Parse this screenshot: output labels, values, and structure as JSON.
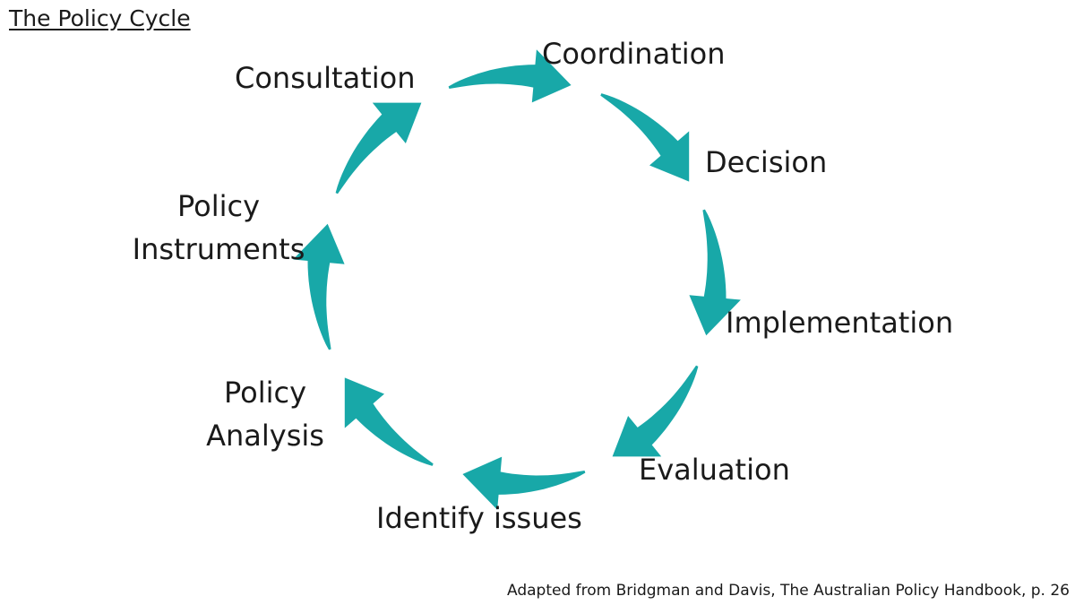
{
  "title": "The Policy Cycle",
  "colors": {
    "arrow": "#18A8A8",
    "text": "#1a1a1a",
    "background": "#ffffff"
  },
  "stages": [
    {
      "id": "coordination",
      "label": "Coordination"
    },
    {
      "id": "decision",
      "label": "Decision"
    },
    {
      "id": "implementation",
      "label": "Implementation"
    },
    {
      "id": "evaluation",
      "label": "Evaluation"
    },
    {
      "id": "identify-issues",
      "label": "Identify issues"
    },
    {
      "id": "policy-analysis",
      "line1": "Policy",
      "line2": "Analysis"
    },
    {
      "id": "policy-instruments",
      "line1": "Policy",
      "line2": "Instruments"
    },
    {
      "id": "consultation",
      "label": "Consultation"
    }
  ],
  "source": "Adapted from Bridgman and Davis, The Australian Policy Handbook, p. 26"
}
